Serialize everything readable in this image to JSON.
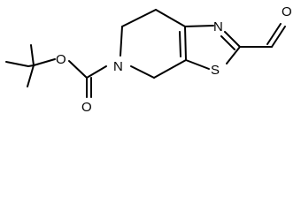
{
  "molecule": {
    "atoms": {
      "oxygen_aldehyde": "O",
      "nitrogen_thiazole": "N",
      "sulfur_thiazole": "S",
      "nitrogen_ring": "N",
      "oxygen_carbonyl": "O",
      "oxygen_ester": "O"
    }
  }
}
